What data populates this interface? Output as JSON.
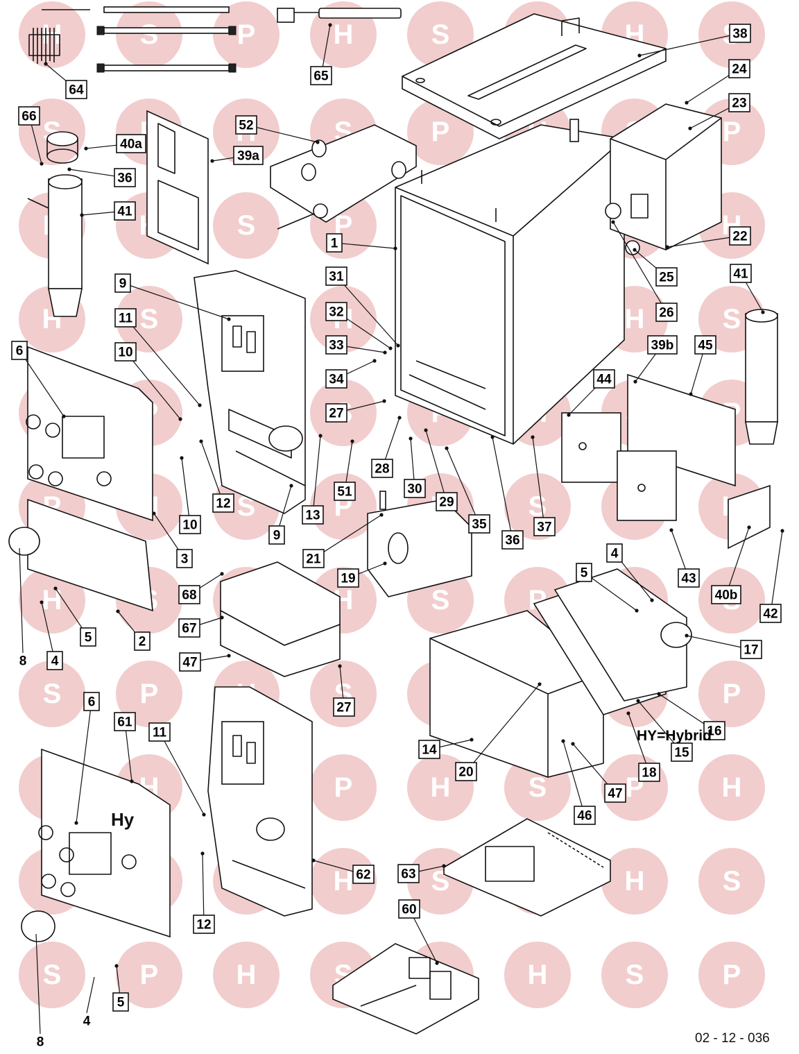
{
  "watermark_letters": [
    "H",
    "S",
    "P"
  ],
  "panel_mark": "Hy",
  "legend_note": "HY=Hybrid",
  "drawing_ref": "02 - 12 - 036",
  "callouts": [
    {
      "id": "c64",
      "label": "64"
    },
    {
      "id": "c65",
      "label": "65"
    },
    {
      "id": "c38",
      "label": "38"
    },
    {
      "id": "c24",
      "label": "24"
    },
    {
      "id": "c23",
      "label": "23"
    },
    {
      "id": "c66",
      "label": "66"
    },
    {
      "id": "c40a",
      "label": "40a"
    },
    {
      "id": "c52",
      "label": "52"
    },
    {
      "id": "c39a",
      "label": "39a"
    },
    {
      "id": "c36a",
      "label": "36"
    },
    {
      "id": "c41a",
      "label": "41"
    },
    {
      "id": "c1",
      "label": "1"
    },
    {
      "id": "c22",
      "label": "22"
    },
    {
      "id": "c25",
      "label": "25"
    },
    {
      "id": "c41b",
      "label": "41"
    },
    {
      "id": "c9a",
      "label": "9"
    },
    {
      "id": "c31",
      "label": "31"
    },
    {
      "id": "c26",
      "label": "26"
    },
    {
      "id": "c11a",
      "label": "11"
    },
    {
      "id": "c32",
      "label": "32"
    },
    {
      "id": "c6a",
      "label": "6"
    },
    {
      "id": "c10a",
      "label": "10"
    },
    {
      "id": "c33",
      "label": "33"
    },
    {
      "id": "c39b",
      "label": "39b"
    },
    {
      "id": "c45",
      "label": "45"
    },
    {
      "id": "c34",
      "label": "34"
    },
    {
      "id": "c44",
      "label": "44"
    },
    {
      "id": "c27a",
      "label": "27"
    },
    {
      "id": "c12a",
      "label": "12"
    },
    {
      "id": "c51",
      "label": "51"
    },
    {
      "id": "c28",
      "label": "28"
    },
    {
      "id": "c30",
      "label": "30"
    },
    {
      "id": "c29",
      "label": "29"
    },
    {
      "id": "c35",
      "label": "35"
    },
    {
      "id": "c36b",
      "label": "36"
    },
    {
      "id": "c37",
      "label": "37"
    },
    {
      "id": "c10b",
      "label": "10"
    },
    {
      "id": "c9b",
      "label": "9"
    },
    {
      "id": "c13",
      "label": "13"
    },
    {
      "id": "c3",
      "label": "3"
    },
    {
      "id": "c21",
      "label": "21"
    },
    {
      "id": "c19",
      "label": "19"
    },
    {
      "id": "c43",
      "label": "43"
    },
    {
      "id": "c40b",
      "label": "40b"
    },
    {
      "id": "c42",
      "label": "42"
    },
    {
      "id": "c4a",
      "label": "4"
    },
    {
      "id": "c5a",
      "label": "5"
    },
    {
      "id": "c68",
      "label": "68"
    },
    {
      "id": "c17",
      "label": "17"
    },
    {
      "id": "c5b",
      "label": "5"
    },
    {
      "id": "c2",
      "label": "2"
    },
    {
      "id": "c67",
      "label": "67"
    },
    {
      "id": "c4b",
      "label": "4"
    },
    {
      "id": "c47a",
      "label": "47"
    },
    {
      "id": "c16",
      "label": "16"
    },
    {
      "id": "c27b",
      "label": "27"
    },
    {
      "id": "c6b",
      "label": "6"
    },
    {
      "id": "c61",
      "label": "61"
    },
    {
      "id": "c11b",
      "label": "11"
    },
    {
      "id": "c15",
      "label": "15"
    },
    {
      "id": "c14",
      "label": "14"
    },
    {
      "id": "c20",
      "label": "20"
    },
    {
      "id": "c18",
      "label": "18"
    },
    {
      "id": "c47b",
      "label": "47"
    },
    {
      "id": "c46",
      "label": "46"
    },
    {
      "id": "c62",
      "label": "62"
    },
    {
      "id": "c63",
      "label": "63"
    },
    {
      "id": "c12b",
      "label": "12"
    },
    {
      "id": "c60",
      "label": "60"
    },
    {
      "id": "c5c",
      "label": "5"
    }
  ],
  "plain_numbers": [
    {
      "id": "p8a",
      "label": "8"
    },
    {
      "id": "p4c",
      "label": "4"
    },
    {
      "id": "p8b",
      "label": "8"
    }
  ]
}
